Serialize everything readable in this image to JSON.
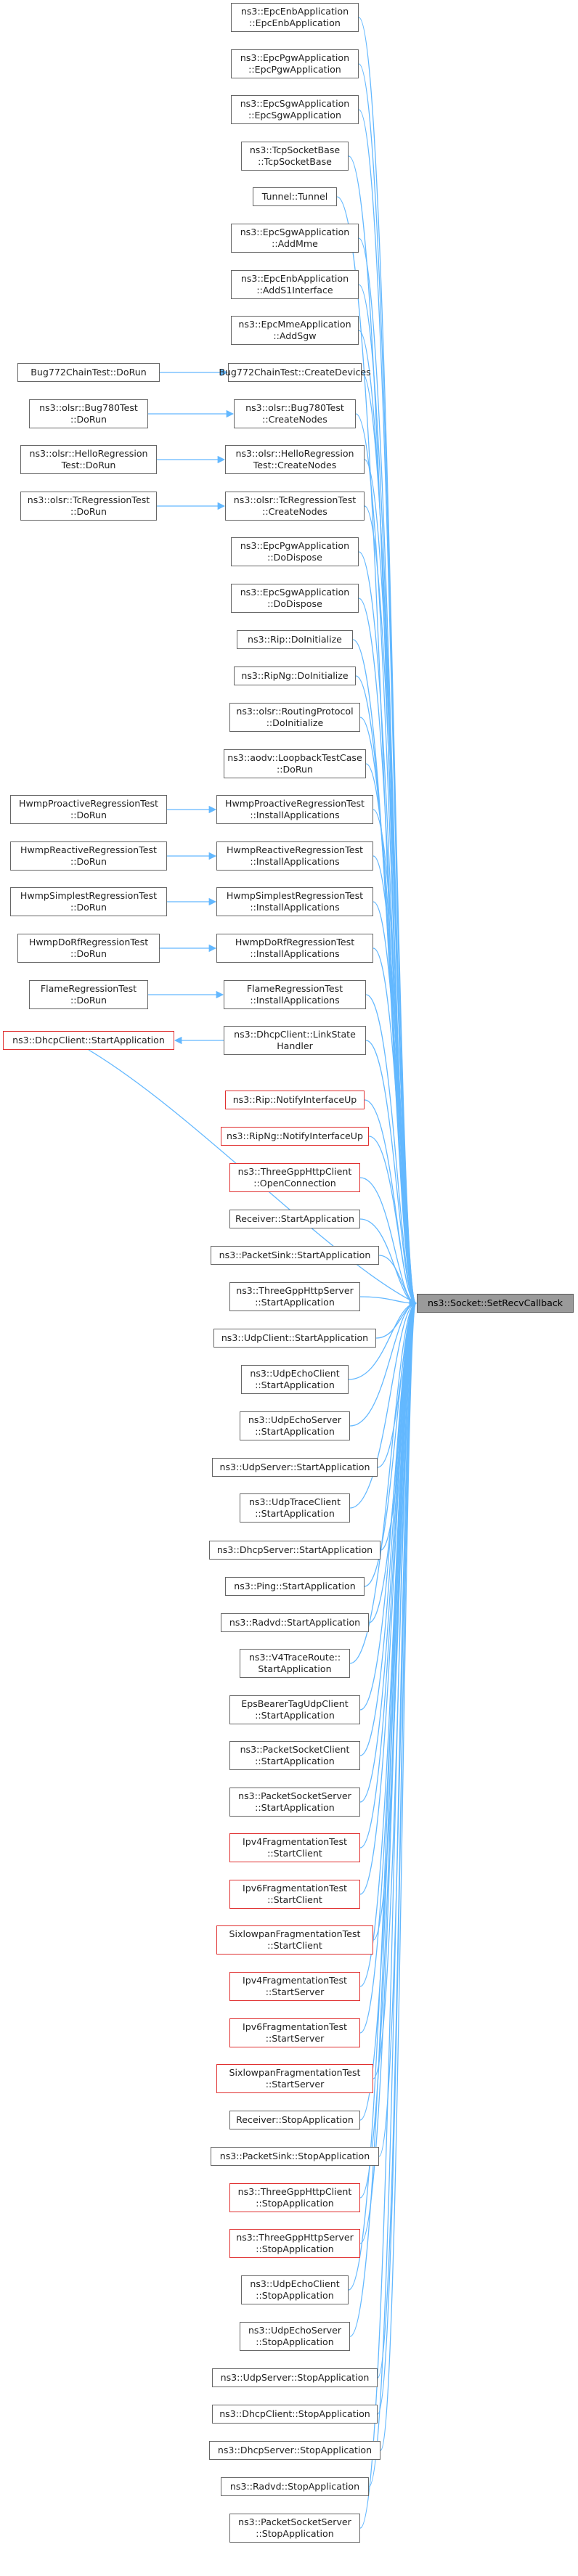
{
  "colors": {
    "edge": "#63b8ff",
    "node_border": "#666666",
    "node_red_border": "#e03030",
    "focus_fill": "#9a9a9a"
  },
  "nodes": {
    "target": "ns3::Socket::SetRecvCallback",
    "epcenb_app": "ns3::EpcEnbApplication\n::EpcEnbApplication",
    "epcpgw_app": "ns3::EpcPgwApplication\n::EpcPgwApplication",
    "epcsgw_app": "ns3::EpcSgwApplication\n::EpcSgwApplication",
    "tcpsocketbase": "ns3::TcpSocketBase\n::TcpSocketBase",
    "tunnel": "Tunnel::Tunnel",
    "epcsgw_addmme": "ns3::EpcSgwApplication\n::AddMme",
    "epcenb_adds1": "ns3::EpcEnbApplication\n::AddS1Interface",
    "epcmme_addsgw": "ns3::EpcMmeApplication\n::AddSgw",
    "bug772_create": "Bug772ChainTest::CreateDevices",
    "bug772_dorun": "Bug772ChainTest::DoRun",
    "bug780_create": "ns3::olsr::Bug780Test\n::CreateNodes",
    "bug780_dorun": "ns3::olsr::Bug780Test\n::DoRun",
    "hello_create": "ns3::olsr::HelloRegression\nTest::CreateNodes",
    "hello_dorun": "ns3::olsr::HelloRegression\nTest::DoRun",
    "tc_create": "ns3::olsr::TcRegressionTest\n::CreateNodes",
    "tc_dorun": "ns3::olsr::TcRegressionTest\n::DoRun",
    "epcpgw_dispose": "ns3::EpcPgwApplication\n::DoDispose",
    "epcsgw_dispose": "ns3::EpcSgwApplication\n::DoDispose",
    "rip_init": "ns3::Rip::DoInitialize",
    "ripng_init": "ns3::RipNg::DoInitialize",
    "olsr_init": "ns3::olsr::RoutingProtocol\n::DoInitialize",
    "aodv_loopback": "ns3::aodv::LoopbackTestCase\n::DoRun",
    "hwmp_pro_install": "HwmpProactiveRegressionTest\n::InstallApplications",
    "hwmp_pro_dorun": "HwmpProactiveRegressionTest\n::DoRun",
    "hwmp_re_install": "HwmpReactiveRegressionTest\n::InstallApplications",
    "hwmp_re_dorun": "HwmpReactiveRegressionTest\n::DoRun",
    "hwmp_si_install": "HwmpSimplestRegressionTest\n::InstallApplications",
    "hwmp_si_dorun": "HwmpSimplestRegressionTest\n::DoRun",
    "hwmp_do_install": "HwmpDoRfRegressionTest\n::InstallApplications",
    "hwmp_do_dorun": "HwmpDoRfRegressionTest\n::DoRun",
    "flame_install": "FlameRegressionTest\n::InstallApplications",
    "flame_dorun": "FlameRegressionTest\n::DoRun",
    "dhcpc_start": "ns3::DhcpClient::StartApplication",
    "dhcpc_link": "ns3::DhcpClient::LinkState\nHandler",
    "rip_notify": "ns3::Rip::NotifyInterfaceUp",
    "ripng_notify": "ns3::RipNg::NotifyInterfaceUp",
    "tgpp_client_open": "ns3::ThreeGppHttpClient\n::OpenConnection",
    "receiver_start": "Receiver::StartApplication",
    "packetsink_start": "ns3::PacketSink::StartApplication",
    "tgpp_server_start": "ns3::ThreeGppHttpServer\n::StartApplication",
    "udpclient_start": "ns3::UdpClient::StartApplication",
    "udpechoclient_start": "ns3::UdpEchoClient\n::StartApplication",
    "udpechoserver_start": "ns3::UdpEchoServer\n::StartApplication",
    "udpserver_start": "ns3::UdpServer::StartApplication",
    "udptrace_start": "ns3::UdpTraceClient\n::StartApplication",
    "dhcps_start": "ns3::DhcpServer::StartApplication",
    "ping_start": "ns3::Ping::StartApplication",
    "radvd_start": "ns3::Radvd::StartApplication",
    "v4trace_start": "ns3::V4TraceRoute::\nStartApplication",
    "epsbearer_start": "EpsBearerTagUdpClient\n::StartApplication",
    "psclient_start": "ns3::PacketSocketClient\n::StartApplication",
    "psserver_start": "ns3::PacketSocketServer\n::StartApplication",
    "ipv4frag_client": "Ipv4FragmentationTest\n::StartClient",
    "ipv6frag_client": "Ipv6FragmentationTest\n::StartClient",
    "sixlow_client": "SixlowpanFragmentationTest\n::StartClient",
    "ipv4frag_server": "Ipv4FragmentationTest\n::StartServer",
    "ipv6frag_server": "Ipv6FragmentationTest\n::StartServer",
    "sixlow_server": "SixlowpanFragmentationTest\n::StartServer",
    "receiver_stop": "Receiver::StopApplication",
    "packetsink_stop": "ns3::PacketSink::StopApplication",
    "tgpp_client_stop": "ns3::ThreeGppHttpClient\n::StopApplication",
    "tgpp_server_stop": "ns3::ThreeGppHttpServer\n::StopApplication",
    "udpechoclient_stop": "ns3::UdpEchoClient\n::StopApplication",
    "udpechoserver_stop": "ns3::UdpEchoServer\n::StopApplication",
    "udpserver_stop": "ns3::UdpServer::StopApplication",
    "dhcpc_stop": "ns3::DhcpClient::StopApplication",
    "dhcps_stop": "ns3::DhcpServer::StopApplication",
    "radvd_stop": "ns3::Radvd::StopApplication",
    "psserver_stop": "ns3::PacketSocketServer\n::StopApplication"
  }
}
